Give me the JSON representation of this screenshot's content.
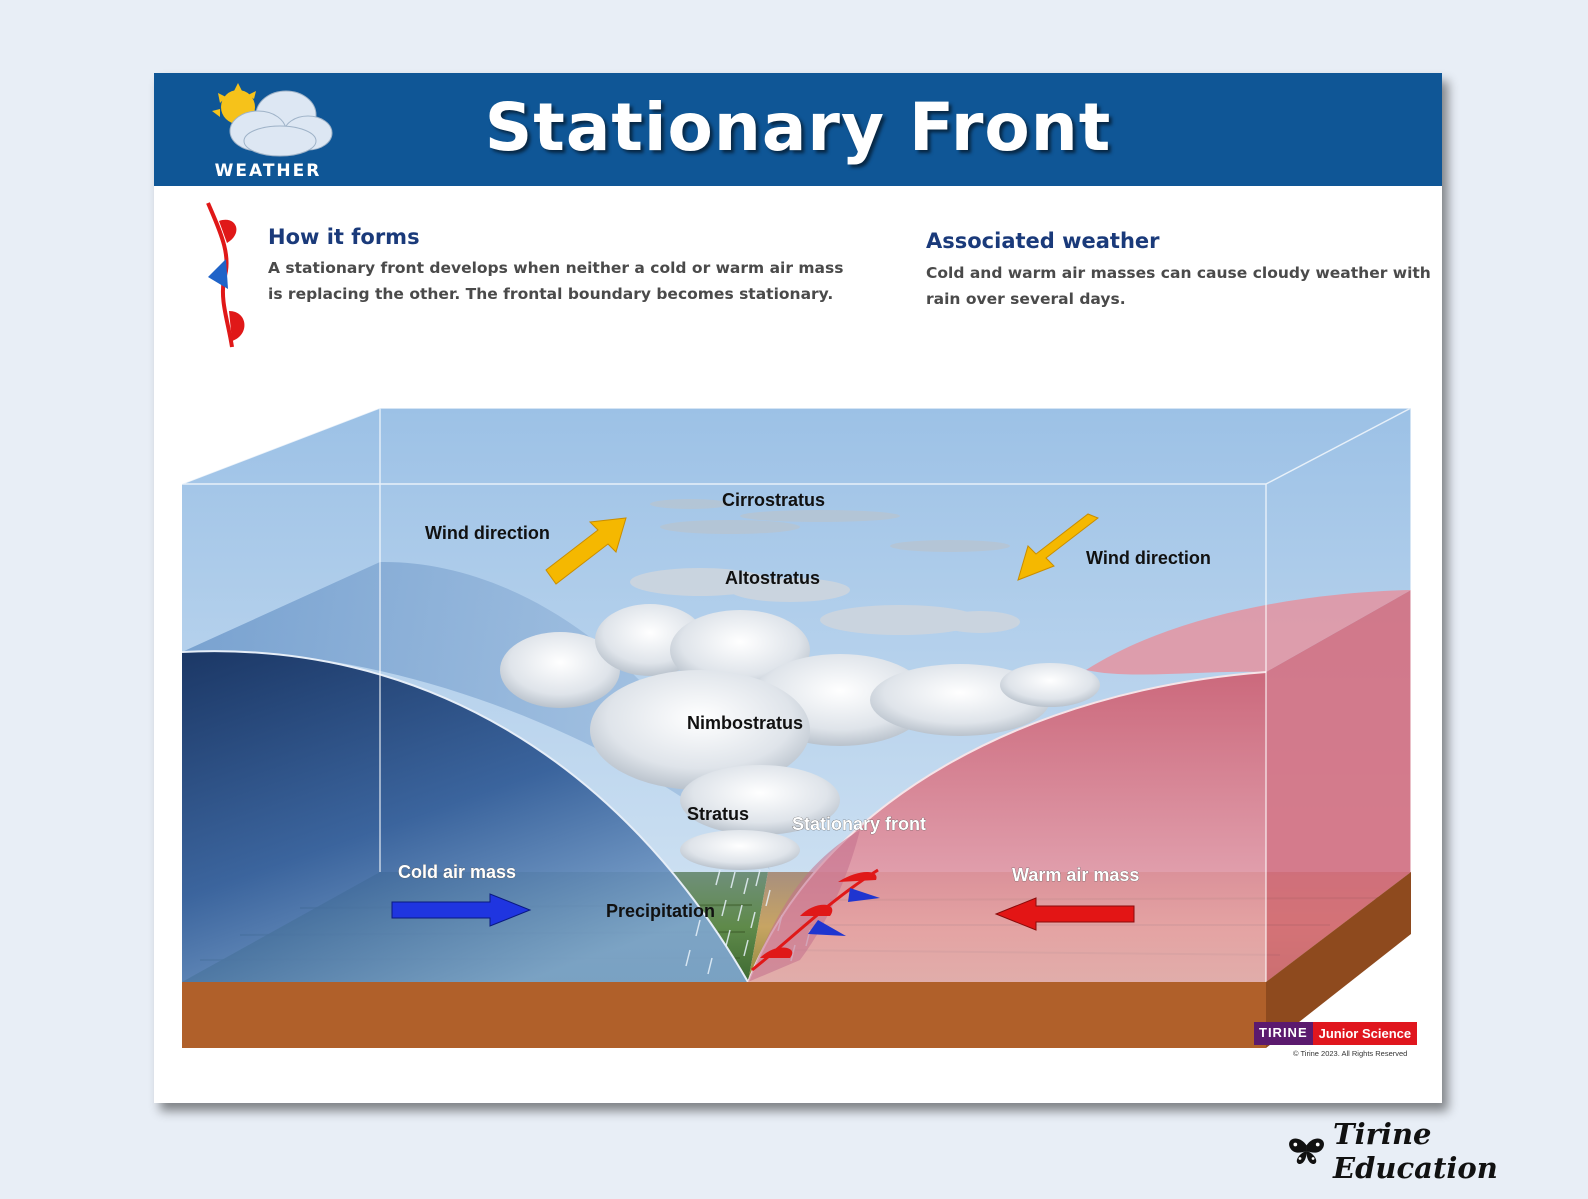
{
  "header": {
    "title": "Stationary Front",
    "logo_label": "WEATHER"
  },
  "sections": {
    "how_it_forms": {
      "heading": "How it forms",
      "line1": "A stationary front develops when neither a cold or warm air mass",
      "line2": "is replacing the other. The frontal boundary becomes stationary."
    },
    "associated_weather": {
      "heading": "Associated weather",
      "line1": "Cold and warm air masses can cause cloudy weather with",
      "line2": "rain over several days."
    }
  },
  "diagram": {
    "labels": {
      "cirrostratus": "Cirrostratus",
      "altostratus": "Altostratus",
      "nimbostratus": "Nimbostratus",
      "stratus": "Stratus",
      "stationary_front": "Stationary front",
      "cold_air_mass": "Cold air mass",
      "warm_air_mass": "Warm air mass",
      "precipitation": "Precipitation",
      "wind_left": "Wind direction",
      "wind_right": "Wind direction"
    },
    "colors": {
      "cold": "#1f3f8a",
      "warm": "#d85a6a",
      "arrow_yellow": "#f5b800",
      "arrow_blue": "#1f35e0",
      "arrow_red": "#e31515",
      "ground": "#b0602a",
      "sky": "#a7c9e8"
    }
  },
  "branding": {
    "brand_a": "TIRINE",
    "brand_b": "Junior Science",
    "copyright": "© Tirine 2023. All Rights Reserved"
  },
  "footer": {
    "text": "Tirine Education",
    "icon": "butterfly-icon"
  }
}
